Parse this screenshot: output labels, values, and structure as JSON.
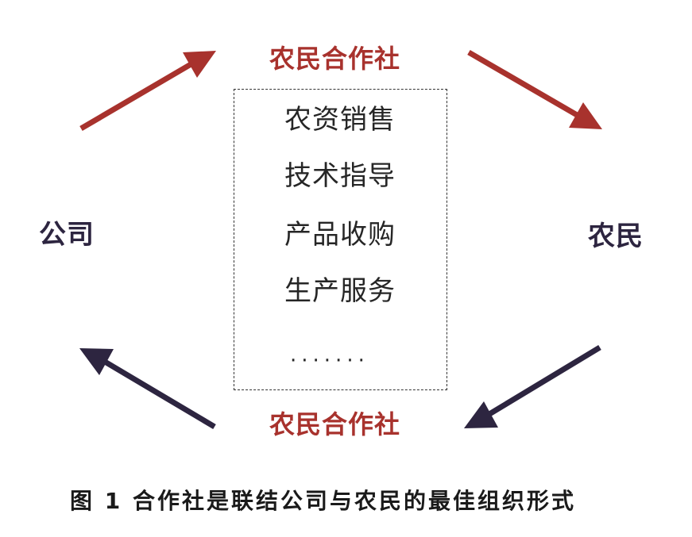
{
  "diagram": {
    "top_node": "农民合作社",
    "bottom_node": "农民合作社",
    "left_node": "公司",
    "right_node": "农民",
    "services": [
      "农资销售",
      "技术指导",
      "产品收购",
      "生产服务"
    ],
    "ellipsis": "·······",
    "colors": {
      "red": "#a8322d",
      "navy": "#2d2540"
    }
  },
  "caption": "图 1 合作社是联结公司与农民的最佳组织形式"
}
